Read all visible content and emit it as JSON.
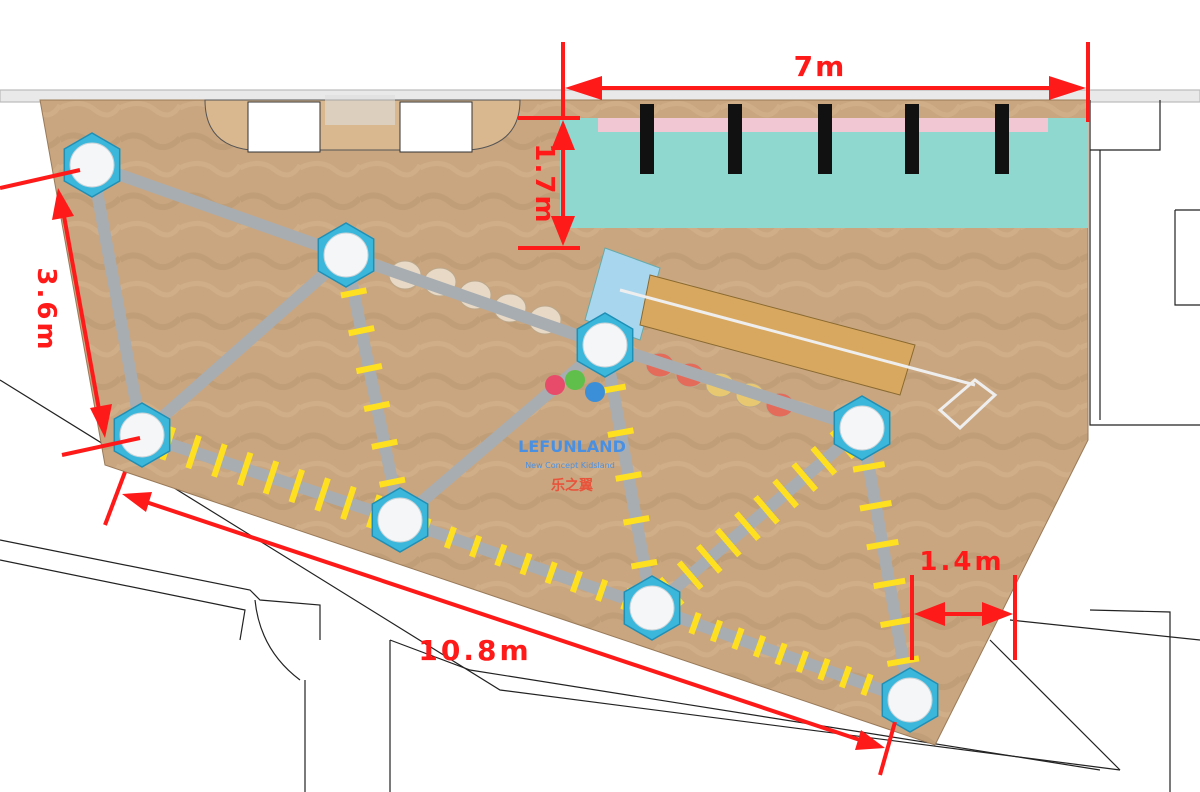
{
  "dimensions": {
    "top_width": "7m",
    "pool_depth": "1.7m",
    "left_side": "3.6m",
    "bottom_side": "10.8m",
    "right_gap": "1.4m"
  },
  "logo": {
    "brand": "LEFUNLAND",
    "tagline": "New Concept Kidsland",
    "chinese": "乐之翼"
  },
  "colors": {
    "floor": "#c8a57f",
    "pool": "#8ed8d0",
    "platform": "#3bb7dc",
    "beam": "#a8adb1",
    "step": "#ffe020",
    "dimension": "#ff1a1a",
    "wall": "#ffffff"
  }
}
